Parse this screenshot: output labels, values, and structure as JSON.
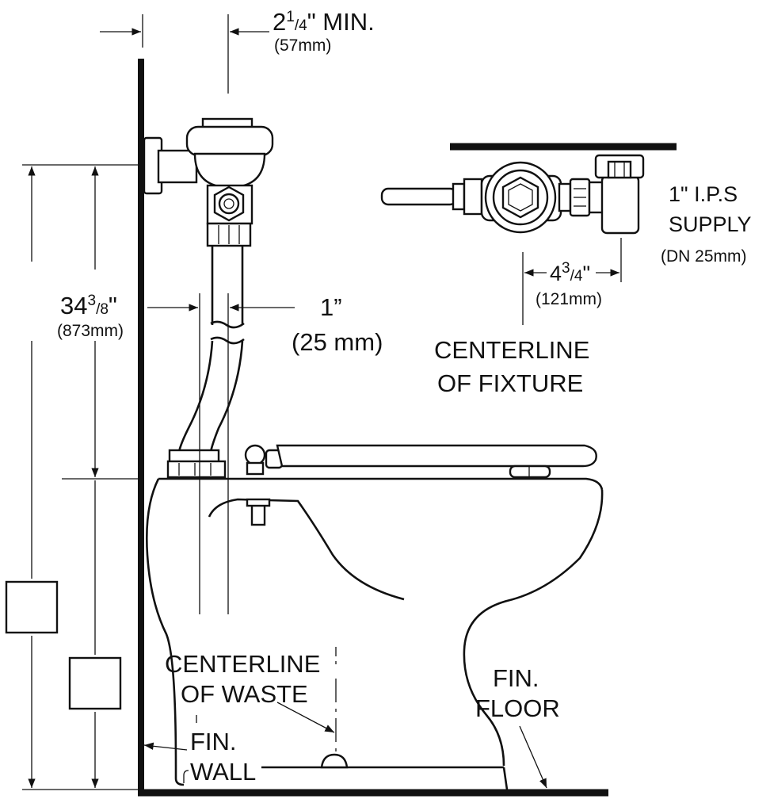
{
  "dimensions": {
    "flush_offset": {
      "whole": "2",
      "num": "1",
      "den": "4",
      "suffix": "\" MIN.",
      "metric": "(57mm)"
    },
    "height": {
      "whole": "34",
      "num": "3",
      "den": "8",
      "suffix": "\"",
      "metric": "(873mm)"
    },
    "tube_offset": {
      "text": "1”",
      "metric": "(25 mm)"
    },
    "supply_offset": {
      "whole": "4",
      "num": "3",
      "den": "4",
      "suffix": "\"",
      "metric": "(121mm)"
    }
  },
  "labels": {
    "supply_line1": "1\"  I.P.S",
    "supply_line2": "SUPPLY",
    "supply_metric": "(DN  25mm)",
    "fixture_line1": "CENTERLINE",
    "fixture_line2": "OF  FIXTURE",
    "waste_line1": "CENTERLINE",
    "waste_line2": "OF  WASTE",
    "wall_line1": "FIN.",
    "wall_line2": "WALL",
    "floor_line1": "FIN.",
    "floor_line2": "FLOOR"
  }
}
